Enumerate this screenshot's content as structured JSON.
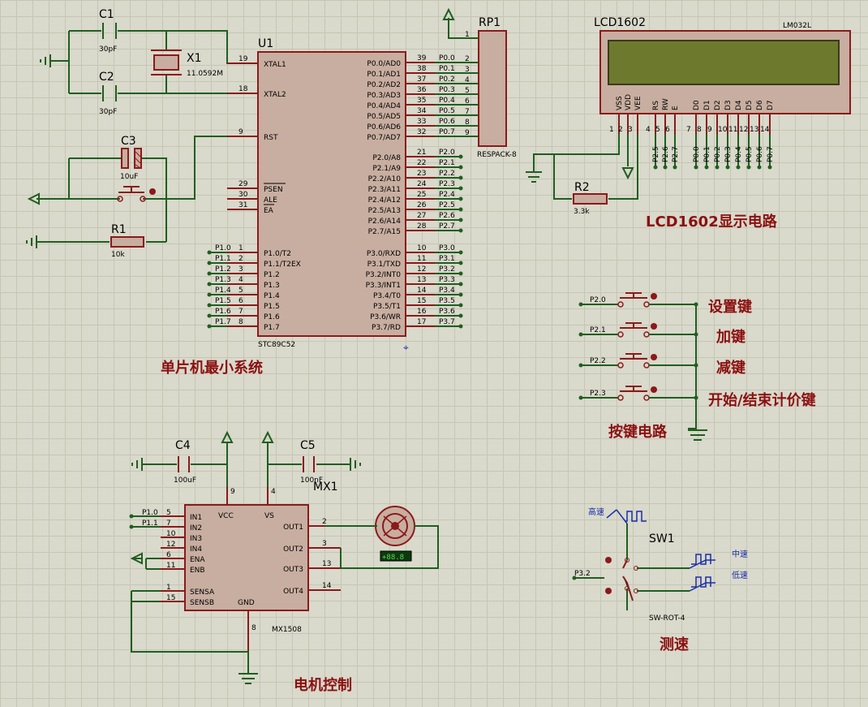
{
  "titles": {
    "mcu": "单片机最小系统",
    "lcd": "LCD1602显示电路",
    "keys": "按键电路",
    "motor": "电机控制",
    "speed": "测速"
  },
  "key_labels": [
    "设置键",
    "加键",
    "减键",
    "开始/结束计价键"
  ],
  "u1": {
    "ref": "U1",
    "part": "STC89C52",
    "left_pins": [
      {
        "num": "19",
        "name": "XTAL1"
      },
      {
        "num": "18",
        "name": "XTAL2"
      },
      {
        "num": "9",
        "name": "RST"
      },
      {
        "num": "29",
        "name": "PSEN"
      },
      {
        "num": "30",
        "name": "ALE"
      },
      {
        "num": "31",
        "name": "EA"
      },
      {
        "num": "1",
        "name": "P1.0/T2"
      },
      {
        "num": "2",
        "name": "P1.1/T2EX"
      },
      {
        "num": "3",
        "name": "P1.2"
      },
      {
        "num": "4",
        "name": "P1.3"
      },
      {
        "num": "5",
        "name": "P1.4"
      },
      {
        "num": "6",
        "name": "P1.5"
      },
      {
        "num": "7",
        "name": "P1.6"
      },
      {
        "num": "8",
        "name": "P1.7"
      }
    ],
    "right_pins": [
      {
        "num": "39",
        "name": "P0.0/AD0"
      },
      {
        "num": "38",
        "name": "P0.1/AD1"
      },
      {
        "num": "37",
        "name": "P0.2/AD2"
      },
      {
        "num": "36",
        "name": "P0.3/AD3"
      },
      {
        "num": "35",
        "name": "P0.4/AD4"
      },
      {
        "num": "34",
        "name": "P0.5/AD5"
      },
      {
        "num": "33",
        "name": "P0.6/AD6"
      },
      {
        "num": "32",
        "name": "P0.7/AD7"
      },
      {
        "num": "21",
        "name": "P2.0/A8"
      },
      {
        "num": "22",
        "name": "P2.1/A9"
      },
      {
        "num": "23",
        "name": "P2.2/A10"
      },
      {
        "num": "24",
        "name": "P2.3/A11"
      },
      {
        "num": "25",
        "name": "P2.4/A12"
      },
      {
        "num": "26",
        "name": "P2.5/A13"
      },
      {
        "num": "27",
        "name": "P2.6/A14"
      },
      {
        "num": "28",
        "name": "P2.7/A15"
      },
      {
        "num": "10",
        "name": "P3.0/RXD"
      },
      {
        "num": "11",
        "name": "P3.1/TXD"
      },
      {
        "num": "12",
        "name": "P3.2/INT0"
      },
      {
        "num": "13",
        "name": "P3.3/INT1"
      },
      {
        "num": "14",
        "name": "P3.4/T0"
      },
      {
        "num": "15",
        "name": "P3.5/T1"
      },
      {
        "num": "16",
        "name": "P3.6/WR"
      },
      {
        "num": "17",
        "name": "P3.7/RD"
      }
    ],
    "p1_nets": [
      "P1.0",
      "P1.1",
      "P1.2",
      "P1.3",
      "P1.4",
      "P1.5",
      "P1.6",
      "P1.7"
    ],
    "p0_nets": [
      "P0.0",
      "P0.1",
      "P0.2",
      "P0.3",
      "P0.4",
      "P0.5",
      "P0.6",
      "P0.7"
    ],
    "p2_nets": [
      "P2.0",
      "P2.1",
      "P2.2",
      "P2.3",
      "P2.4",
      "P2.5",
      "P2.6",
      "P2.7"
    ],
    "p3_nets": [
      "P3.0",
      "P3.1",
      "P3.2",
      "P3.3",
      "P3.4",
      "P3.5",
      "P3.6",
      "P3.7"
    ]
  },
  "rp1": {
    "ref": "RP1",
    "part": "RESPACK-8",
    "pins": [
      "1",
      "2",
      "3",
      "4",
      "5",
      "6",
      "7",
      "8",
      "9"
    ]
  },
  "components": {
    "c1": {
      "ref": "C1",
      "value": "30pF"
    },
    "c2": {
      "ref": "C2",
      "value": "30pF"
    },
    "c3": {
      "ref": "C3",
      "value": "10uF"
    },
    "c4": {
      "ref": "C4",
      "value": "100uF"
    },
    "c5": {
      "ref": "C5",
      "value": "100nF"
    },
    "x1": {
      "ref": "X1",
      "value": "11.0592M"
    },
    "r1": {
      "ref": "R1",
      "value": "10k"
    },
    "r2": {
      "ref": "R2",
      "value": "3.3k"
    }
  },
  "lcd": {
    "ref": "LCD1602",
    "part": "LM032L",
    "pins": [
      "VSS",
      "VDD",
      "VEE",
      "RS",
      "RW",
      "E",
      "D0",
      "D1",
      "D2",
      "D3",
      "D4",
      "D5",
      "D6",
      "D7"
    ],
    "pin_nums": [
      "1",
      "2",
      "3",
      "4",
      "5",
      "6",
      "7",
      "8",
      "9",
      "10",
      "11",
      "12",
      "13",
      "14"
    ],
    "nets": [
      "P2.5",
      "P2.6",
      "P2.7",
      "P0.0",
      "P0.1",
      "P0.2",
      "P0.3",
      "P0.4",
      "P0.5",
      "P0.6",
      "P0.7"
    ]
  },
  "keys": {
    "nets": [
      "P2.0",
      "P2.1",
      "P2.2",
      "P2.3"
    ]
  },
  "mx1": {
    "ref": "MX1",
    "part": "MX1508",
    "left_pins": [
      {
        "num": "5",
        "name": "IN1",
        "net": "P1.0"
      },
      {
        "num": "7",
        "name": "IN2",
        "net": "P1.1"
      },
      {
        "num": "10",
        "name": "IN3",
        "net": ""
      },
      {
        "num": "12",
        "name": "IN4",
        "net": ""
      },
      {
        "num": "6",
        "name": "ENA",
        "net": ""
      },
      {
        "num": "11",
        "name": "ENB",
        "net": ""
      },
      {
        "num": "1",
        "name": "SENSA",
        "net": ""
      },
      {
        "num": "15",
        "name": "SENSB",
        "net": ""
      }
    ],
    "right_pins": [
      {
        "num": "2",
        "name": "OUT1"
      },
      {
        "num": "3",
        "name": "OUT2"
      },
      {
        "num": "13",
        "name": "OUT3"
      },
      {
        "num": "14",
        "name": "OUT4"
      }
    ],
    "top_pins": [
      {
        "num": "9",
        "name": "VCC"
      },
      {
        "num": "4",
        "name": "VS"
      }
    ],
    "bottom_pins": [
      {
        "num": "8",
        "name": "GND"
      }
    ],
    "motor_readout": "+88.8"
  },
  "sw1": {
    "ref": "SW1",
    "part": "SW-ROT-4",
    "net": "P3.2",
    "gen_labels": [
      "高速",
      "中速",
      "低速"
    ]
  }
}
